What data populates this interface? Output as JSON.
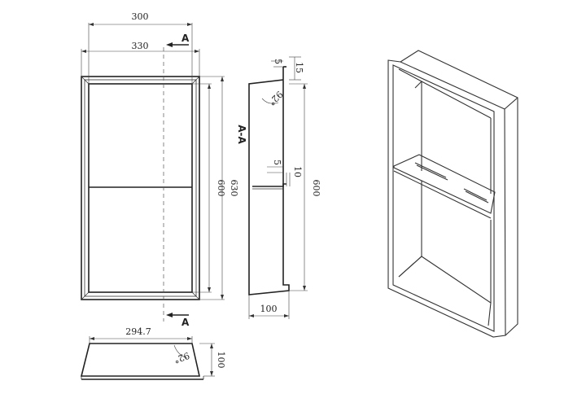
{
  "front_view": {
    "dim_width_inner": "300",
    "dim_width_outer": "330",
    "dim_height_inner": "600",
    "dim_height_outer": "630",
    "section_marker_top": "A",
    "section_marker_bottom": "A"
  },
  "side_section": {
    "label": "A-A",
    "dim_flange_5": "5",
    "dim_flange_15": "15",
    "dim_angle": "92°",
    "dim_shelf_5": "5",
    "dim_shelf_10": "10",
    "dim_height": "600",
    "dim_depth": "100"
  },
  "bottom_view": {
    "dim_width": "294.7",
    "dim_angle": "92°",
    "dim_depth": "100"
  }
}
